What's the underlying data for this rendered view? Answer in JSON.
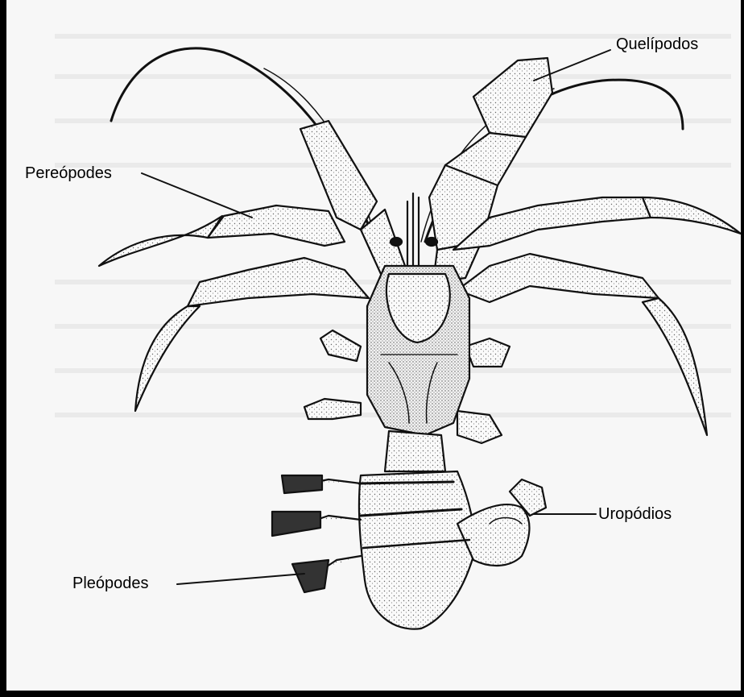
{
  "labels": {
    "quelipodos": "Quelípodos",
    "pereopodes": "Pereópodes",
    "uropodios": "Uropódios",
    "pleopodes": "Pleópodes"
  },
  "colors": {
    "background_frame": "#000000",
    "paper": "#f7f7f7",
    "ink": "#111111",
    "stipple": "#555555"
  }
}
